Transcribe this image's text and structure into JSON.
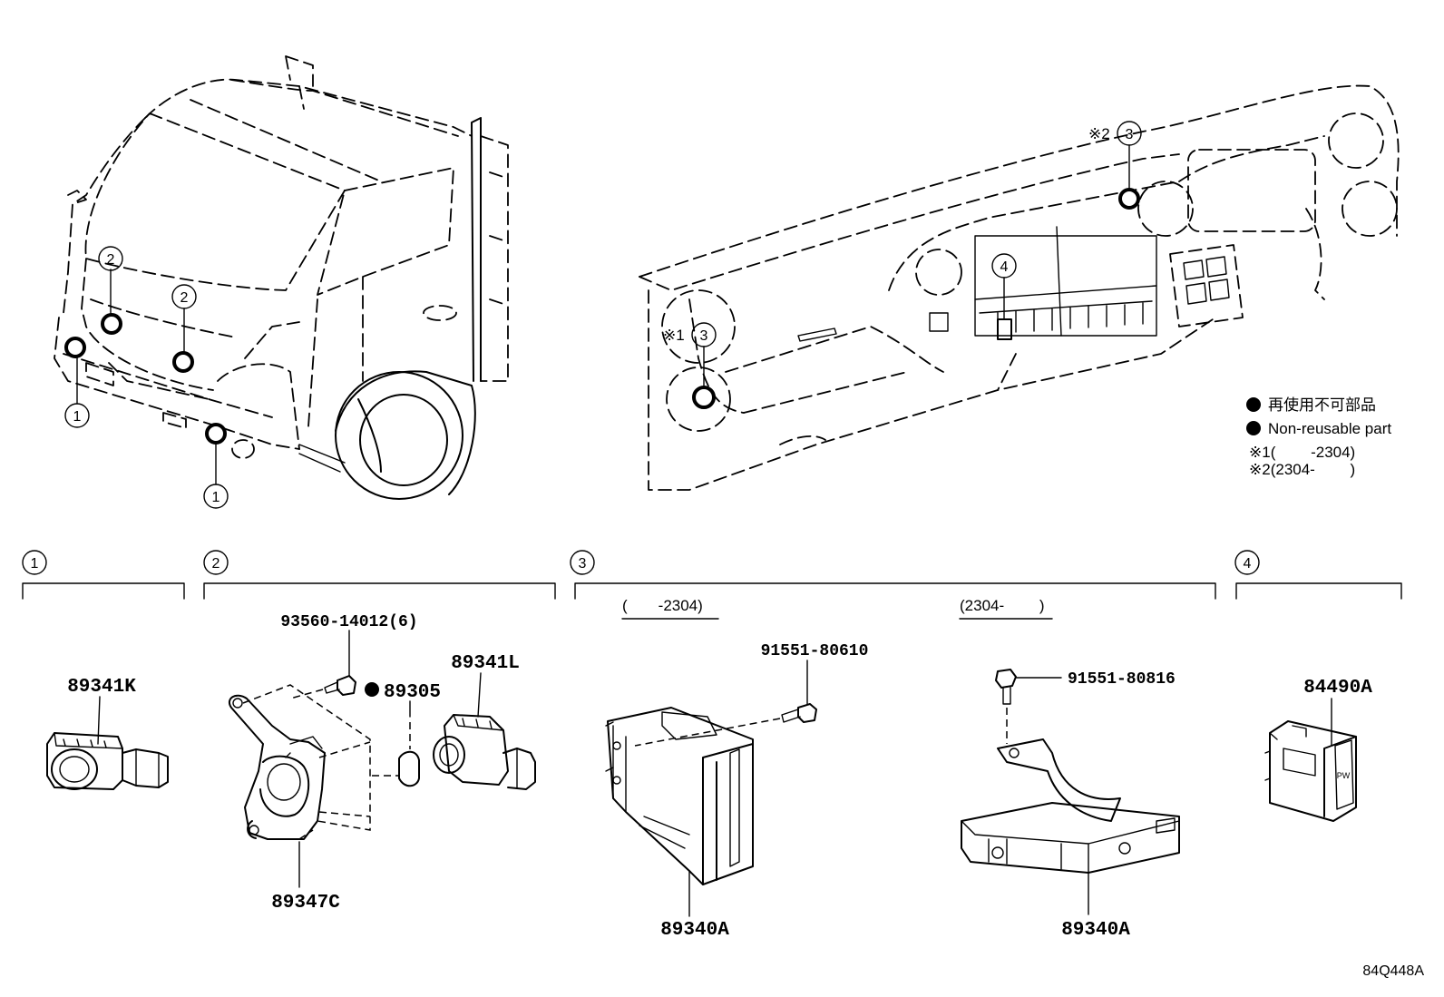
{
  "legend": {
    "jp": "再使用不可部品",
    "en": "Non-reusable part",
    "note1": "※1(　　 -2304)",
    "note2": "※2(2304-　　 )"
  },
  "markers": {
    "one": "1",
    "two": "2",
    "three": "3",
    "four": "4",
    "star1": "※1",
    "star2": "※2"
  },
  "groups": {
    "g3_left_period": "(　　-2304)",
    "g3_right_period": "(2304-　　 )"
  },
  "parts": {
    "p89341K": "89341K",
    "p93560": "93560-14012(6)",
    "p89305": "89305",
    "p89341L": "89341L",
    "p89347C": "89347C",
    "p91551_80610": "91551-80610",
    "p89340A_left": "89340A",
    "p91551_80816": "91551-80816",
    "p89340A_right": "89340A",
    "p84490A": "84490A"
  },
  "switch_text": "PW",
  "figure_id": "84Q448A"
}
